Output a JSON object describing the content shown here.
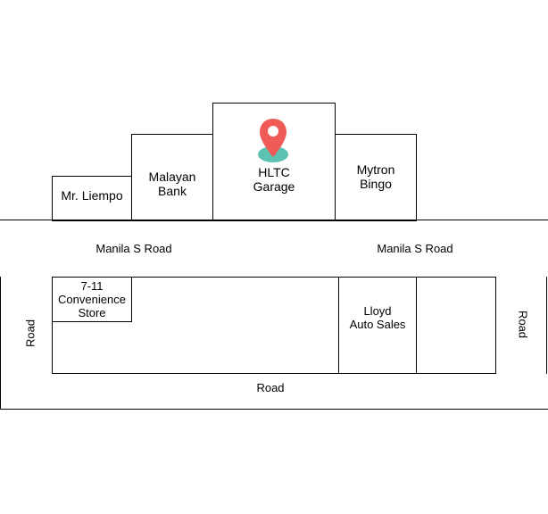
{
  "map": {
    "buildings": {
      "mr_liempo": "Mr. Liempo",
      "malayan_bank": "Malayan\nBank",
      "hltc_garage": "HLTC\nGarage",
      "mytron_bingo": "Mytron\nBingo",
      "seven_eleven": "7-11\nConvenience\nStore",
      "lloyd_auto_sales": "Lloyd\nAuto Sales"
    },
    "roads": {
      "manila_s_road_left": "Manila S Road",
      "manila_s_road_right": "Manila S Road",
      "road_bottom": "Road",
      "road_left": "Road",
      "road_right": "Road"
    },
    "colors": {
      "pin": "#f05a57",
      "pin_base": "#5cc2b1",
      "lines": "#000000"
    },
    "marker_icon": "location-pin-icon"
  }
}
